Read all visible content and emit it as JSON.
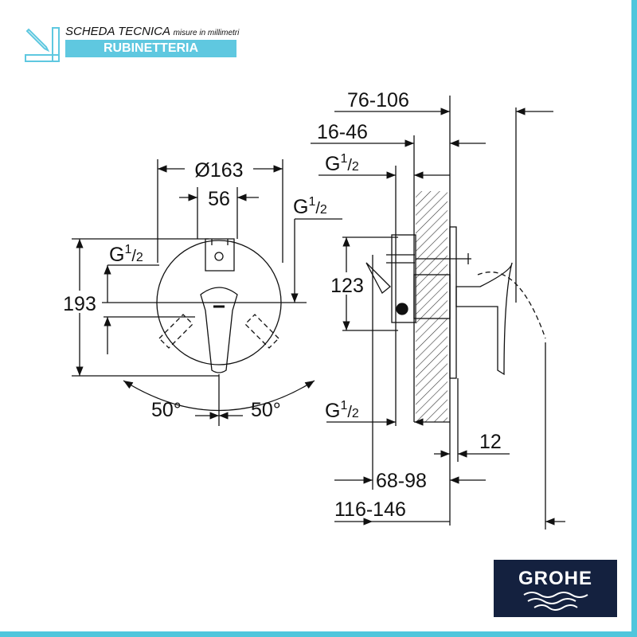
{
  "header": {
    "title": "SCHEDA TECNICA",
    "subtitle": "misure in millimetri",
    "category": "RUBINETTERIA"
  },
  "logo": {
    "text": "GROHE"
  },
  "front_view": {
    "diameter": "Ø163",
    "width": "56",
    "height": "193",
    "thread_left": "G",
    "thread_right": "G",
    "angle_left": "50°",
    "angle_right": "50°"
  },
  "side_view": {
    "depth_total": "76-106",
    "depth_wall": "16-46",
    "thread_top": "G",
    "height": "123",
    "thread_bottom": "G",
    "offset": "12",
    "depth_body": "68-98",
    "depth_full": "116-146"
  },
  "thread_fraction": {
    "num": "1",
    "den": "2"
  },
  "colors": {
    "accent": "#4fc6dc",
    "logo_bg": "#14213f"
  }
}
